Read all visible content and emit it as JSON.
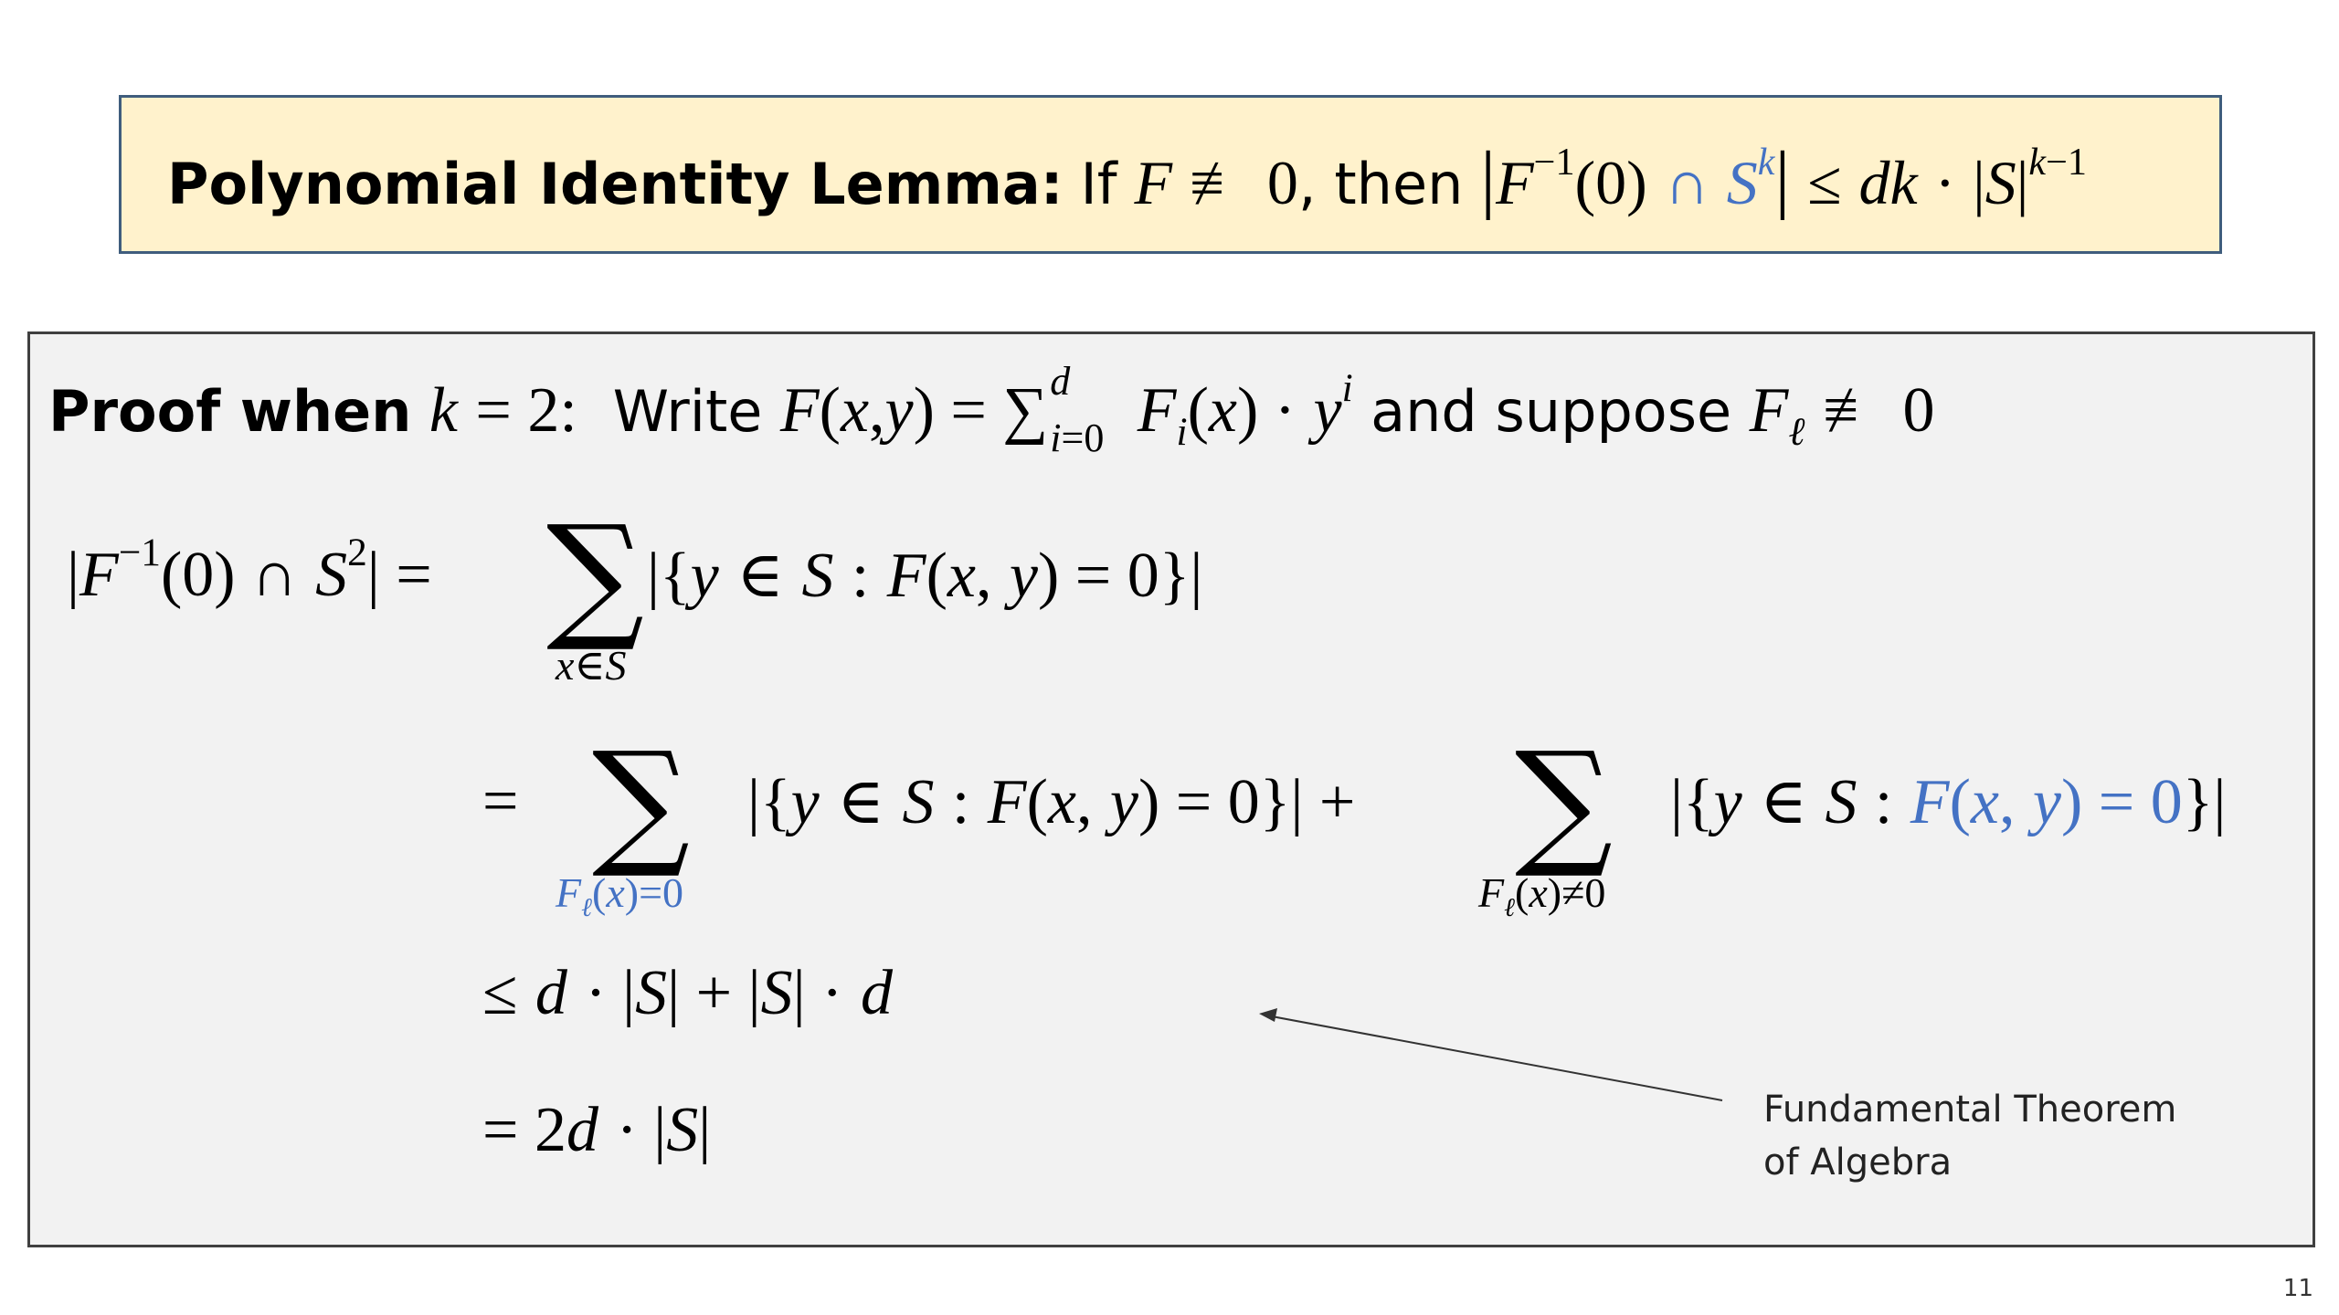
{
  "lemma": {
    "title": "Polynomial Identity Lemma:",
    "text_if": "If",
    "text_then": ", then"
  },
  "proof": {
    "title": "Proof when",
    "k_eq": "= 2:",
    "text_write": "Write",
    "text_and_suppose": "and suppose"
  },
  "annotation": {
    "line1": "Fundamental Theorem",
    "line2": "of Algebra"
  },
  "slide_number": "11",
  "colors": {
    "lemma_bg": "#FFF2CC",
    "proof_bg": "#F2F2F2",
    "accent_blue": "#4472C4"
  }
}
